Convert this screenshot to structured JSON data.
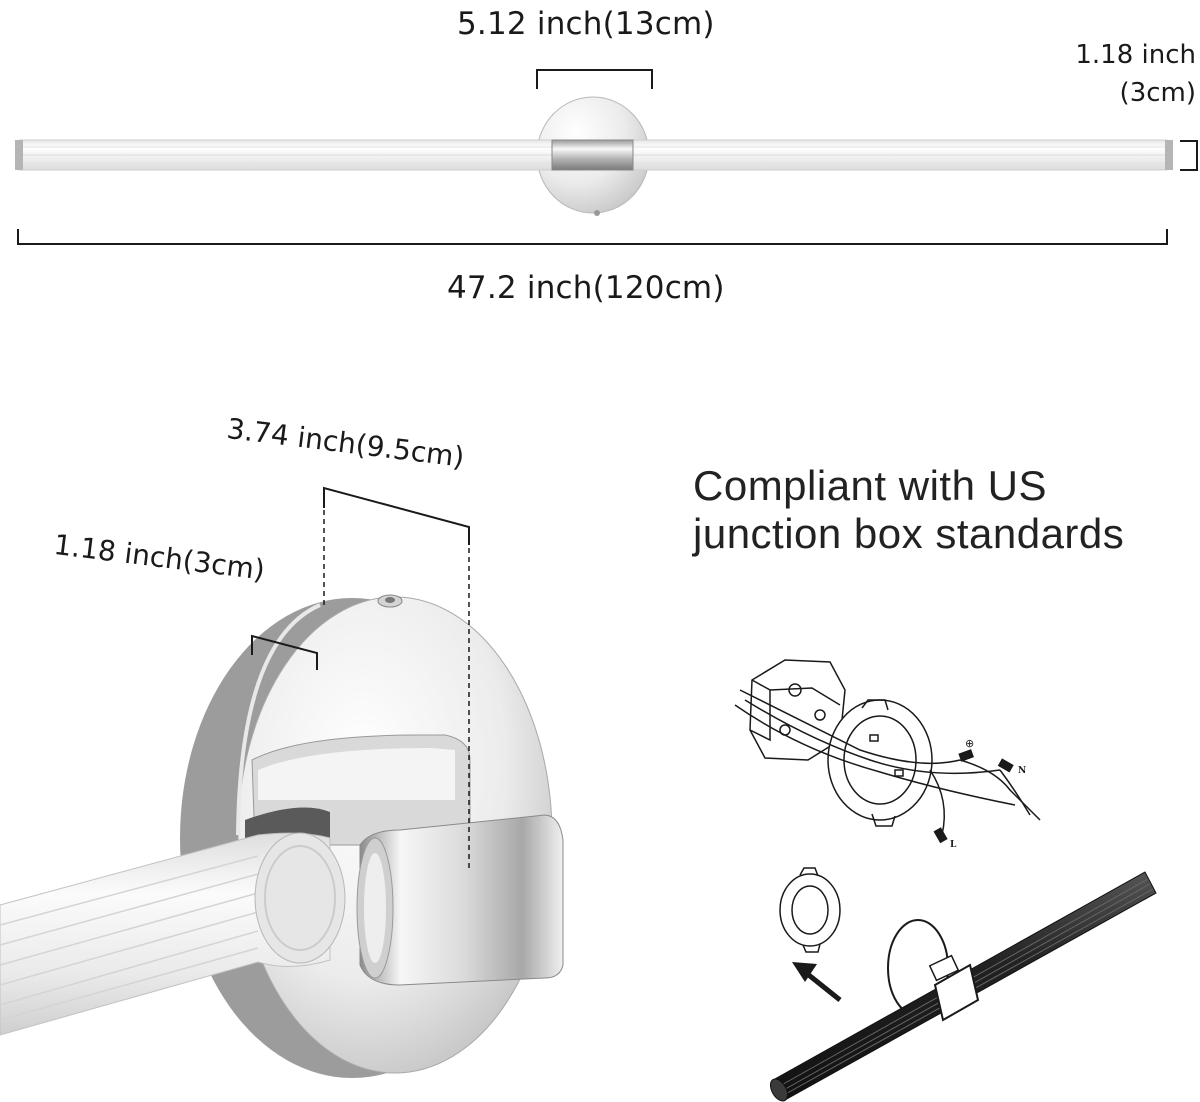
{
  "dimensions": {
    "mount_width": "5.12 inch(13cm)",
    "tube_diameter_inch": "1.18 inch",
    "tube_diameter_cm": "(3cm)",
    "total_length": "47.2 inch(120cm)",
    "mount_depth": "3.74 inch(9.5cm)",
    "tube_diameter_side": "1.18 inch(3cm)"
  },
  "installation": {
    "heading_line1": "Compliant with US",
    "heading_line2": "junction box standards",
    "wire_label_ground": "⊕",
    "wire_label_neutral": "N",
    "wire_label_live": "L"
  },
  "colors": {
    "chrome_light": "#f4f4f4",
    "chrome_mid": "#c8c8c8",
    "chrome_dark": "#8a8a8a",
    "line": "#1a1a1a"
  }
}
